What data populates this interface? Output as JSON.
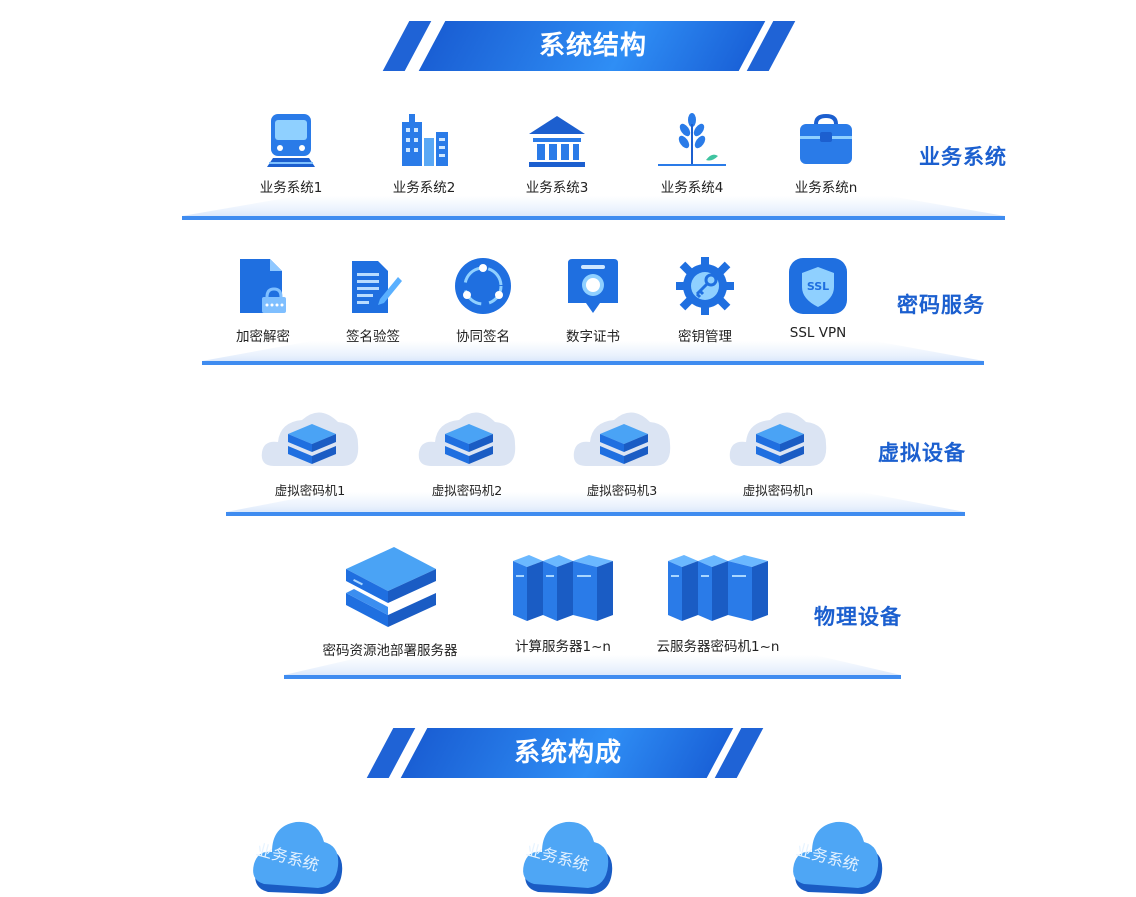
{
  "sections": {
    "structure_title": "系统结构",
    "composition_title": "系统构成"
  },
  "layers": {
    "business": {
      "name": "业务系统",
      "items": [
        "业务系统1",
        "业务系统2",
        "业务系统3",
        "业务系统4",
        "业务系统n"
      ]
    },
    "crypto": {
      "name": "密码服务",
      "items": [
        "加密解密",
        "签名验签",
        "协同签名",
        "数字证书",
        "密钥管理",
        "SSL VPN"
      ]
    },
    "virtual": {
      "name": "虚拟设备",
      "items": [
        "虚拟密码机1",
        "虚拟密码机2",
        "虚拟密码机3",
        "虚拟密码机n"
      ]
    },
    "physical": {
      "name": "物理设备",
      "items": [
        "密码资源池部署服务器",
        "计算服务器1~n",
        "云服务器密码机1~n"
      ]
    }
  },
  "composition": {
    "clouds": [
      "业务系统",
      "业务系统",
      "业务系统"
    ]
  },
  "icons": {
    "business": [
      "train-icon",
      "buildings-icon",
      "bank-icon",
      "wheat-icon",
      "toolbox-icon"
    ],
    "crypto": [
      "encrypted-file-icon",
      "sign-document-icon",
      "cycle-sign-icon",
      "certificate-icon",
      "key-gear-icon",
      "ssl-shield-icon"
    ]
  },
  "colors": {
    "primary": "#1f63d6",
    "accent": "#3f8cf0",
    "layer_text": "#1b5fcf"
  },
  "ssl_badge": "SSL"
}
